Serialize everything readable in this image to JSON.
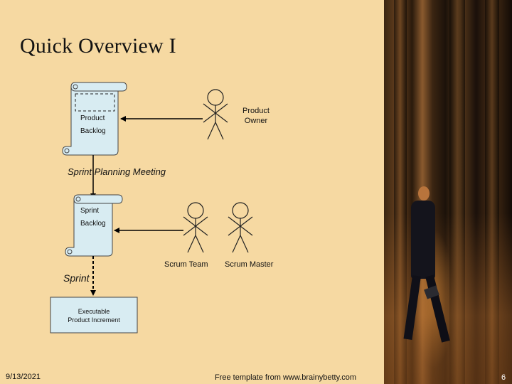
{
  "slide": {
    "title": "Quick Overview I",
    "date": "9/13/2021",
    "footer_text": "Free template from www.brainybetty.com",
    "page_number": "6"
  },
  "diagram": {
    "product_backlog_line1": "Product",
    "product_backlog_line2": "Backlog",
    "product_owner_line1": "Product",
    "product_owner_line2": "Owner",
    "sprint_planning_meeting": "Sprint Planning Meeting",
    "sprint_backlog_line1": "Sprint",
    "sprint_backlog_line2": "Backlog",
    "scrum_team": "Scrum Team",
    "scrum_master": "Scrum Master",
    "sprint": "Sprint",
    "increment_line1": "Executable",
    "increment_line2": "Product Increment"
  },
  "colors": {
    "background": "#f6d9a2",
    "scroll_fill": "#d8ecf2",
    "box_fill": "#d8ecf2"
  }
}
